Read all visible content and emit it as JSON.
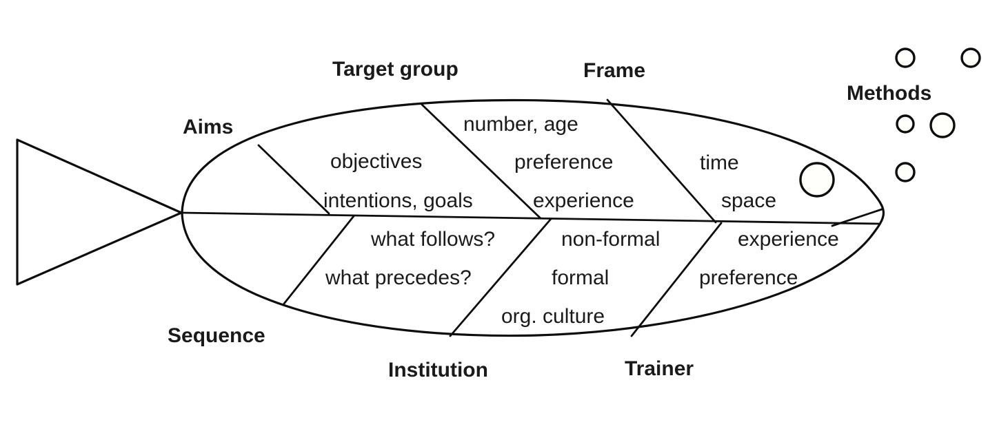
{
  "diagram": {
    "type": "fishbone-ishikawa",
    "title_visible": false,
    "colors": {
      "stroke": "#0d0d0d",
      "text": "#1a1a1a",
      "background": "#ffffff"
    }
  },
  "categories": {
    "aims": {
      "label": "Aims",
      "items": [
        "objectives",
        "intentions, goals"
      ]
    },
    "target_group": {
      "label": "Target group",
      "items": [
        "number, age",
        "preference",
        "experience"
      ]
    },
    "frame": {
      "label": "Frame",
      "items": [
        "time",
        "space"
      ]
    },
    "methods": {
      "label": "Methods",
      "items": []
    },
    "sequence": {
      "label": "Sequence",
      "items": [
        "what follows?",
        "what precedes?"
      ]
    },
    "institution": {
      "label": "Institution",
      "items": [
        "non-formal",
        "formal",
        "org. culture"
      ]
    },
    "trainer": {
      "label": "Trainer",
      "items": [
        "experience",
        "preference"
      ]
    }
  },
  "labels": {
    "aims": "Aims",
    "target_group": "Target group",
    "frame": "Frame",
    "methods": "Methods",
    "sequence": "Sequence",
    "institution": "Institution",
    "trainer": "Trainer"
  },
  "items": {
    "objectives": "objectives",
    "intentions_goals": "intentions, goals",
    "number_age": "number, age",
    "preference_top": "preference",
    "experience_top": "experience",
    "time": "time",
    "space": "space",
    "what_follows": "what follows?",
    "what_precedes": "what precedes?",
    "non_formal": "non-formal",
    "formal": "formal",
    "org_culture": "org. culture",
    "experience_bottom": "experience",
    "preference_bottom": "preference"
  }
}
